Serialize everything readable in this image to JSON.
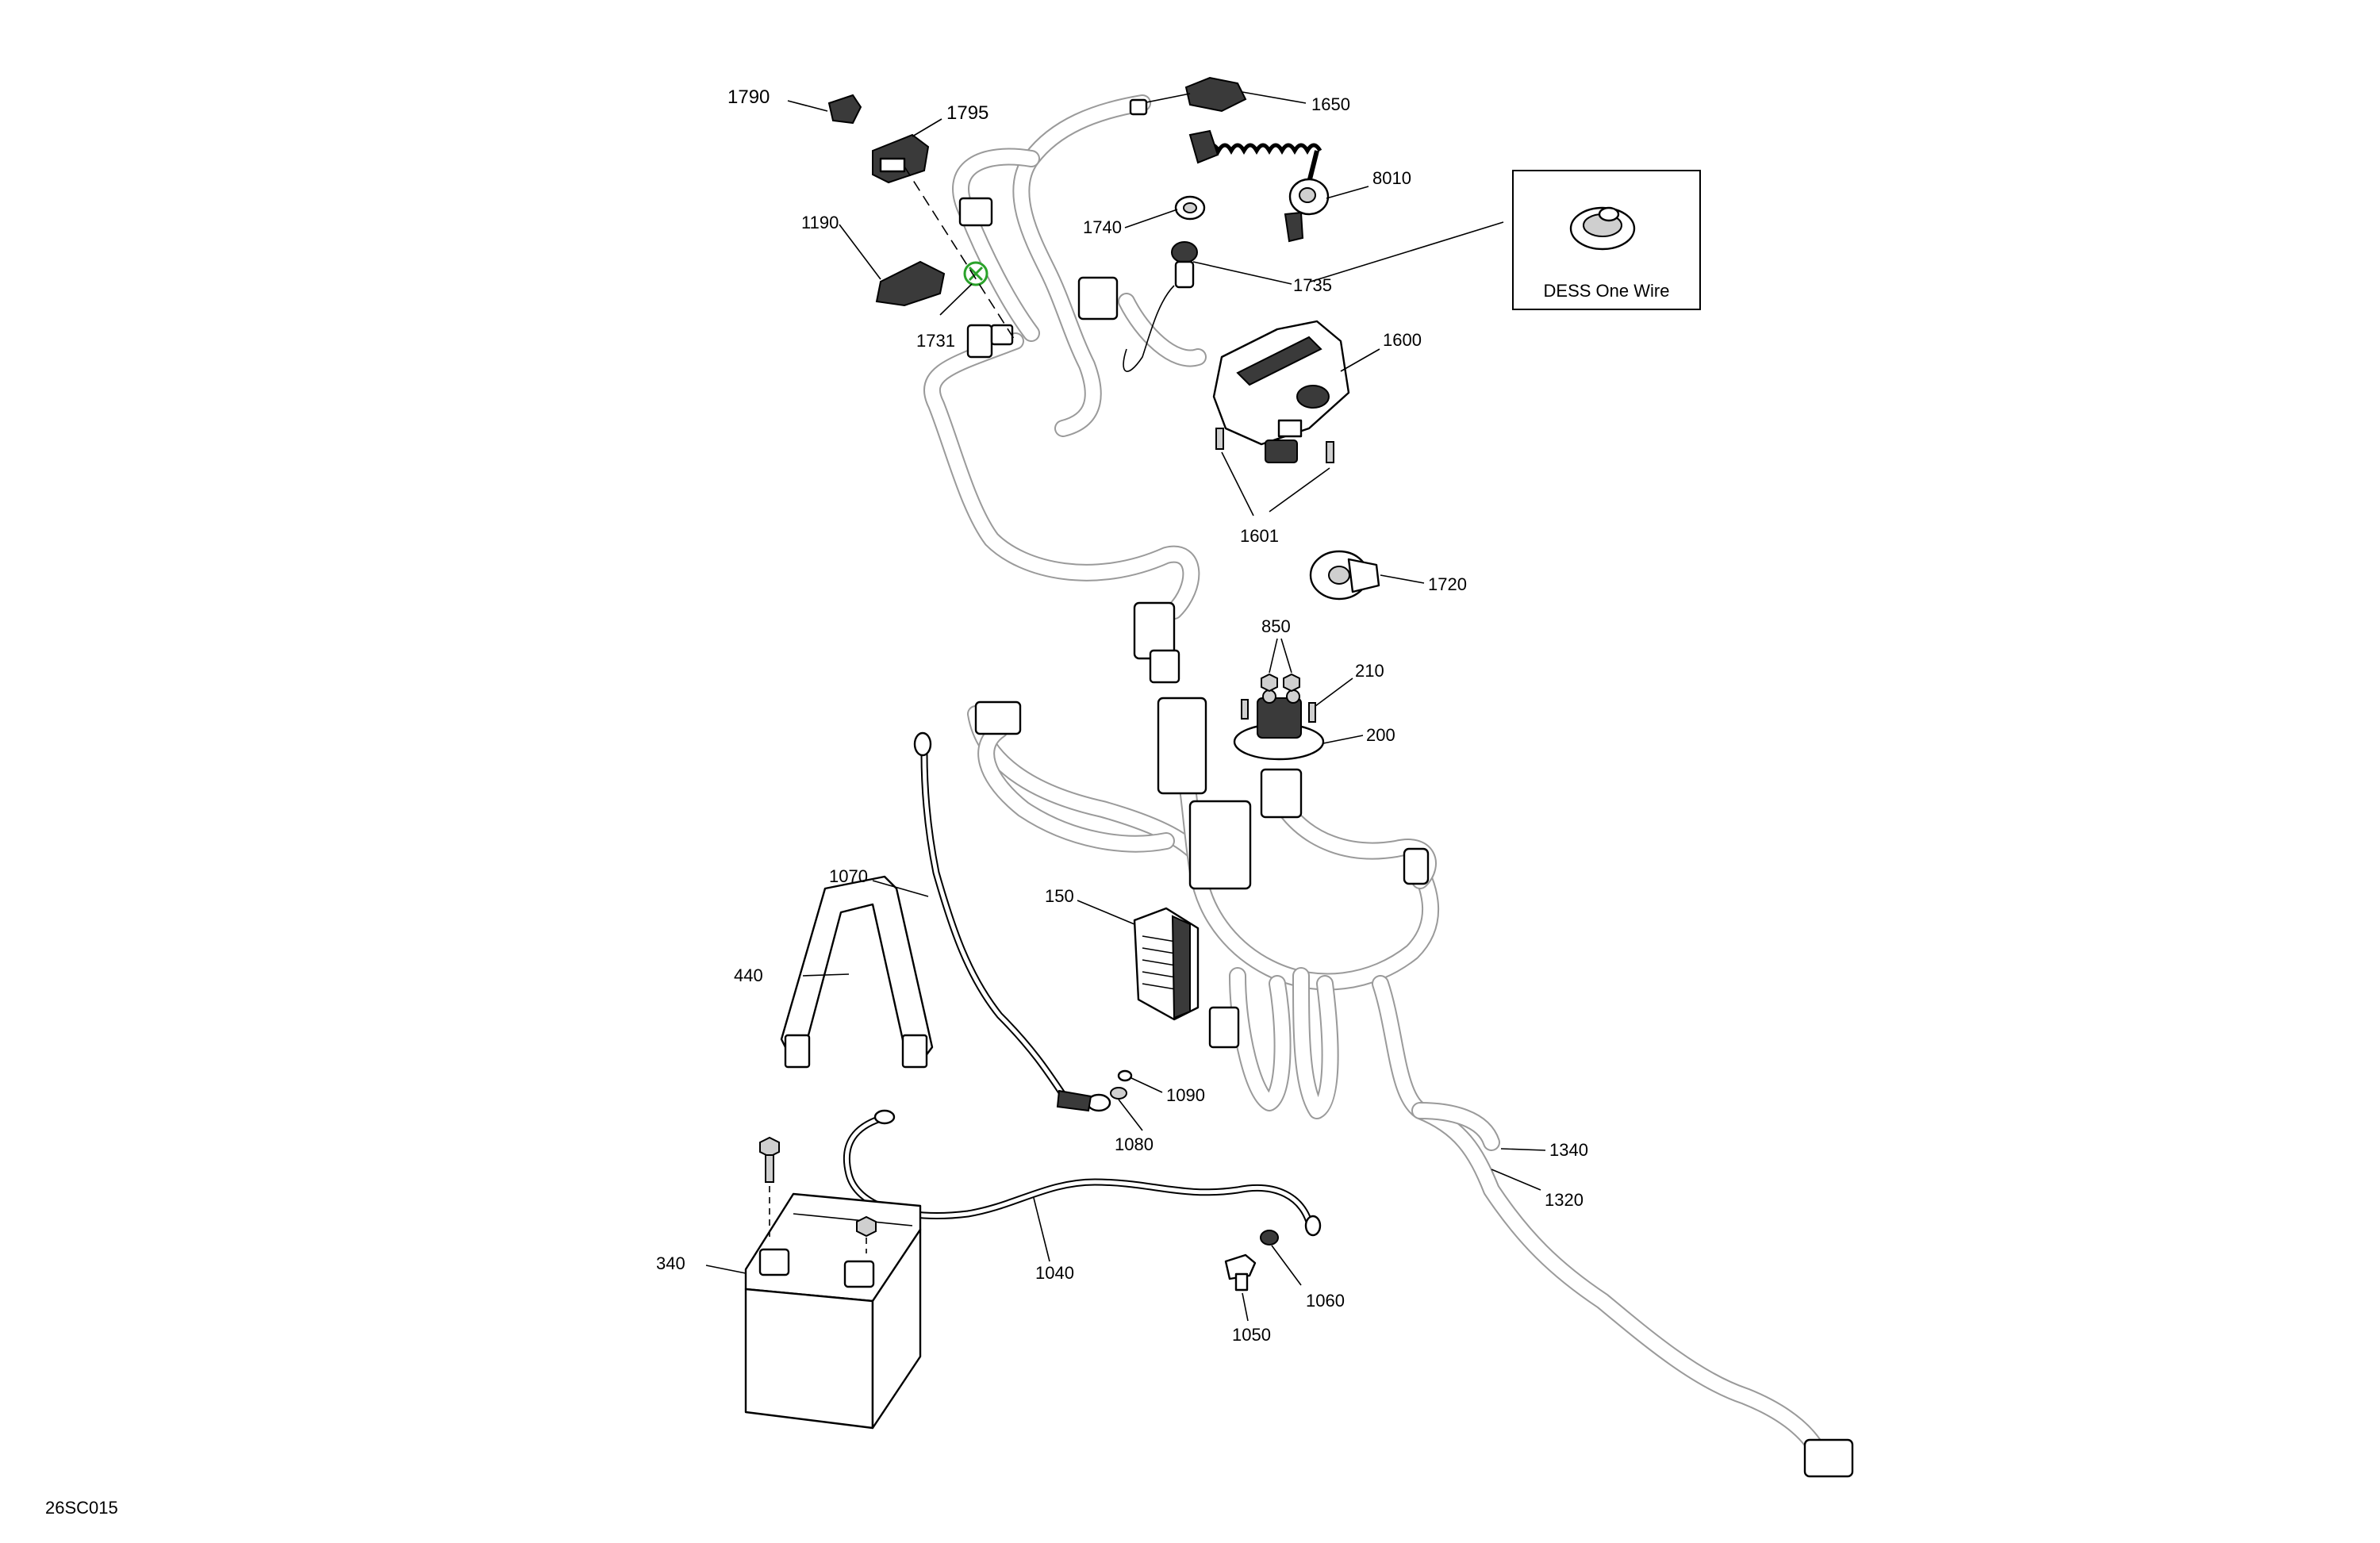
{
  "drawing_code": "26SC015",
  "inset": {
    "caption": "DESS One Wire"
  },
  "callouts": [
    {
      "id": "c1790",
      "text": "1790"
    },
    {
      "id": "c1795",
      "text": "1795"
    },
    {
      "id": "c1650",
      "text": "1650"
    },
    {
      "id": "c8010",
      "text": "8010"
    },
    {
      "id": "c1190",
      "text": "1190"
    },
    {
      "id": "c1740",
      "text": "1740"
    },
    {
      "id": "c1735",
      "text": "1735"
    },
    {
      "id": "c1731",
      "text": "1731"
    },
    {
      "id": "c1600",
      "text": "1600"
    },
    {
      "id": "c1601",
      "text": "1601"
    },
    {
      "id": "c1720",
      "text": "1720"
    },
    {
      "id": "c850",
      "text": "850"
    },
    {
      "id": "c210",
      "text": "210"
    },
    {
      "id": "c200",
      "text": "200"
    },
    {
      "id": "c1070",
      "text": "1070"
    },
    {
      "id": "c150",
      "text": "150"
    },
    {
      "id": "c440",
      "text": "440"
    },
    {
      "id": "c1090",
      "text": "1090"
    },
    {
      "id": "c1080",
      "text": "1080"
    },
    {
      "id": "c1340",
      "text": "1340"
    },
    {
      "id": "c1320",
      "text": "1320"
    },
    {
      "id": "c340",
      "text": "340"
    },
    {
      "id": "c1040",
      "text": "1040"
    },
    {
      "id": "c1060",
      "text": "1060"
    },
    {
      "id": "c1050",
      "text": "1050"
    }
  ]
}
